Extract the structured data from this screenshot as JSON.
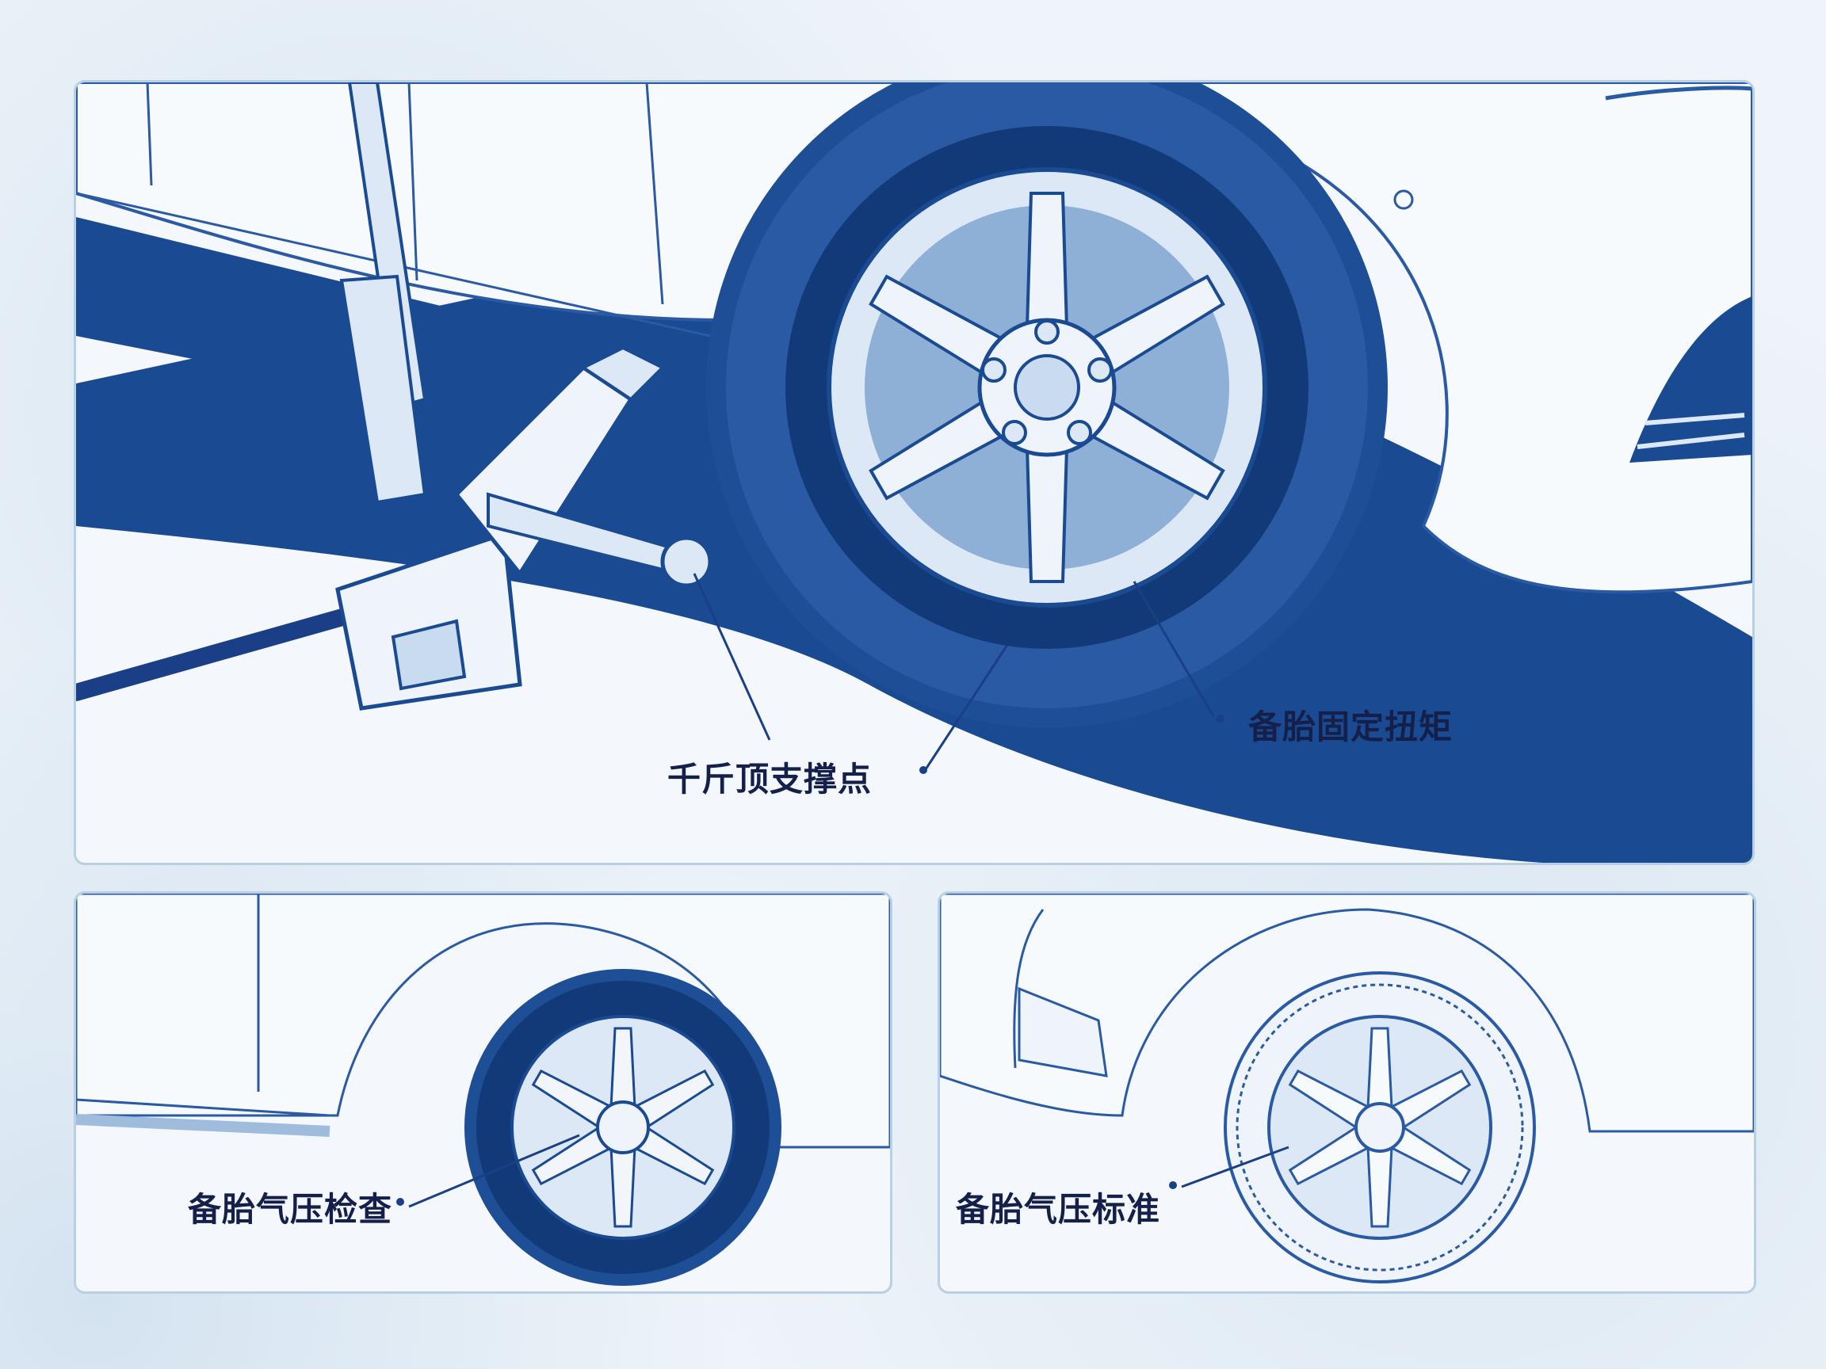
{
  "labels": {
    "jack_point": "千斤顶支撑点",
    "spare_torque": "备胎固定扭矩",
    "pressure_check": "备胎气压检查",
    "pressure_standard": "备胎气压标准"
  },
  "colors": {
    "navy": "#1a4a92",
    "deep_navy": "#123a78",
    "light_blue": "#dce8f5",
    "line_blue": "#2a5aa3",
    "label_text": "#14204a"
  }
}
